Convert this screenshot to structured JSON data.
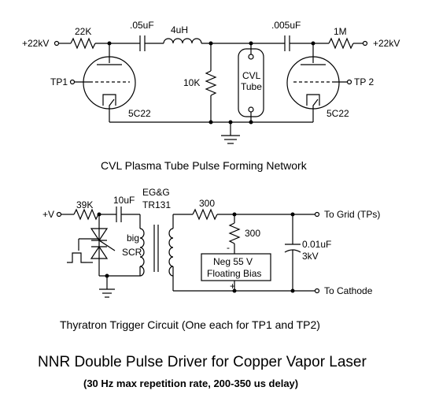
{
  "top": {
    "supply_left": "+22kV",
    "supply_right": "+22kV",
    "r_left": "22K",
    "c_left": ".05uF",
    "inductor": "4uH",
    "c_right": ".005uF",
    "r_right": "1M",
    "r_shunt": "10K",
    "tube_line1": "CVL",
    "tube_line2": "Tube",
    "tp1": "TP1",
    "tp2": "TP 2",
    "valve_left": "5C22",
    "valve_right": "5C22",
    "caption": "CVL Plasma Tube Pulse Forming Network"
  },
  "bottom": {
    "supply": "+V",
    "r_in": "39K",
    "c_in": "10uF",
    "xfmr_line1": "EG&G",
    "xfmr_line2": "TR131",
    "scr_line1": "big",
    "scr_line2": "SCR",
    "r_top": "300",
    "r_mid": "300",
    "minus": "-",
    "plus": "+",
    "bias_line1": "Neg 55 V",
    "bias_line2": "Floating Bias",
    "cap_line1": "0.01uF",
    "cap_line2": "3kV",
    "to_grid": "To Grid (TPs)",
    "to_cathode": "To Cathode",
    "caption": "Thyratron Trigger Circuit (One each for TP1 and TP2)"
  },
  "title": "NNR Double Pulse Driver for Copper Vapor Laser",
  "subtitle": "(30 Hz max repetition rate, 200-350 us delay)"
}
